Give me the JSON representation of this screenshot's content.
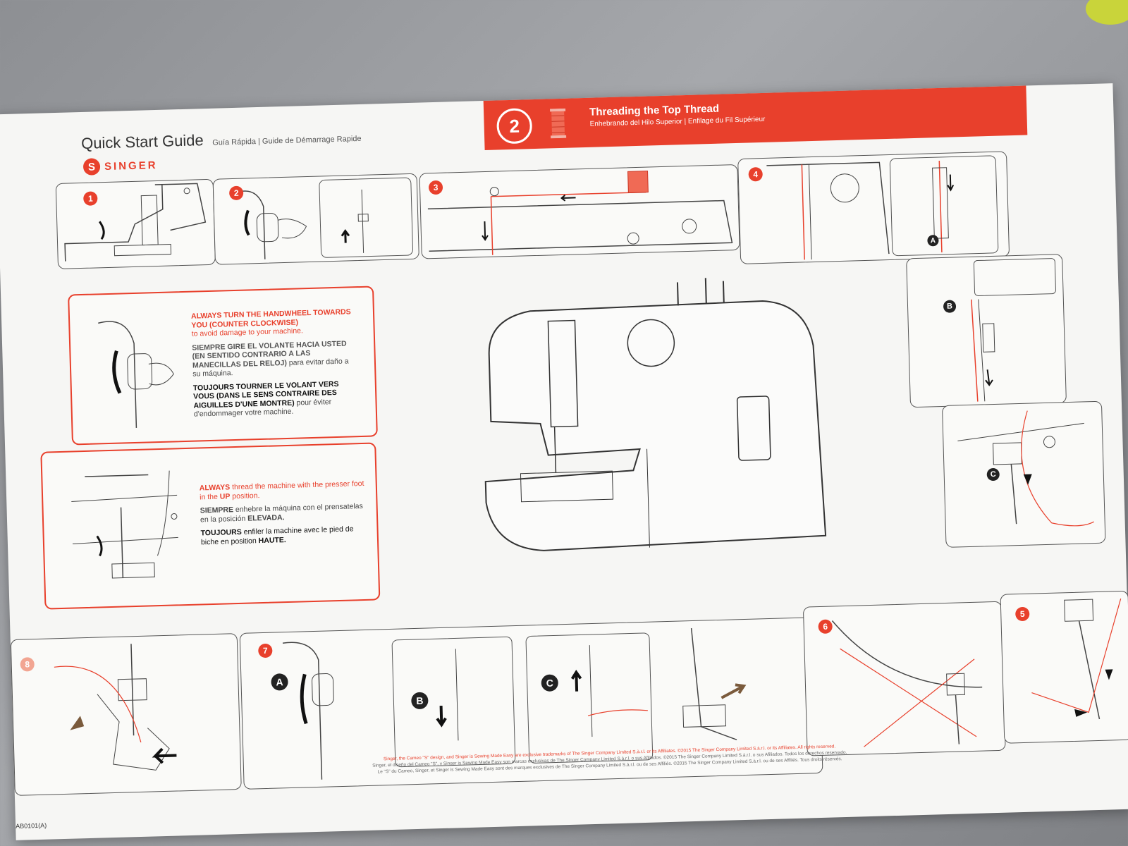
{
  "header": {
    "title": "Quick Start Guide",
    "subtitle": "Guía Rápida | Guide de Démarrage Rapide",
    "brand_badge": "S",
    "brand": "SINGER"
  },
  "section": {
    "number": "2",
    "title": "Threading the Top Thread",
    "subtitle": "Enhebrando del Hilo Superior  |  Enfilage du Fil Supérieur"
  },
  "steps": {
    "s1": "1",
    "s2": "2",
    "s3": "3",
    "s4": "4",
    "s5": "5",
    "s6": "6",
    "s7": "7",
    "s8": "8"
  },
  "letters": {
    "a": "A",
    "b": "B",
    "c": "C"
  },
  "warning_handwheel": {
    "en_bold": "ALWAYS TURN THE HANDWHEEL TOWARDS YOU (COUNTER CLOCKWISE)",
    "en_rest": "to avoid damage to your machine.",
    "es_bold": "SIEMPRE GIRE EL VOLANTE HACIA USTED (EN SENTIDO CONTRARIO A LAS MANECILLAS DEL RELOJ)",
    "es_rest": "para evitar daño a su máquina.",
    "fr_bold": "TOUJOURS TOURNER LE VOLANT VERS VOUS (DANS LE SENS CONTRAIRE DES AIGUILLES D'UNE MONTRE)",
    "fr_rest": "pour éviter d'endommager votre machine."
  },
  "warning_presser": {
    "en_b1": "ALWAYS",
    "en_t1": "thread the machine with the presser foot in the",
    "en_b2": "UP",
    "en_t2": "position.",
    "es_b1": "SIEMPRE",
    "es_t1": "enhebre la máquina con el prensatelas en la posición",
    "es_b2": "ELEVADA.",
    "fr_b1": "TOUJOURS",
    "fr_t1": "enfiler la machine avec le pied de biche en position",
    "fr_b2": "HAUTE."
  },
  "legal": {
    "line1": "Singer, the Cameo \"S\" design, and Singer is Sewing Made Easy are exclusive trademarks of The Singer Company Limited S.à.r.l. or its Affiliates. ©2015 The Singer Company Limited S.à.r.l. or its Affiliates. All rights reserved.",
    "line2": "Singer, el diseño del Cameo \"S\", y Singer is Sewing Made Easy son marcas exclusivas de The Singer Company Limited S.à.r.l. o sus Afiliados. ©2015 The Singer Company Limited S.à.r.l. o sus Afiliados. Todos los derechos reservado.",
    "line3": "Le \"S\" du Cameo, Singer, et Singer is Sewing Made Easy sont des marques exclusives de The Singer Company Limited S.à.r.l. ou de ses Affiliés. ©2015 The Singer Company Limited S.à.r.l. ou de ses Affiliés. Tous droits réservés."
  },
  "code": "AB0101(A)",
  "colors": {
    "accent": "#e8402c",
    "paper": "#f6f6f4",
    "line": "#555555"
  }
}
